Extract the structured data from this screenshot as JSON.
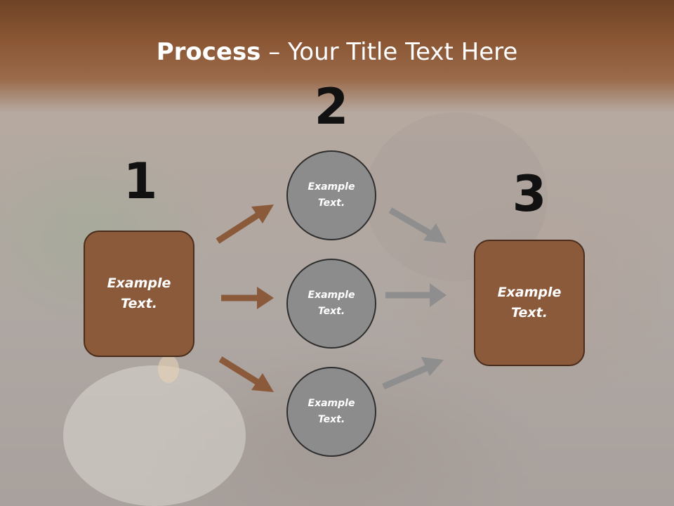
{
  "title": {
    "bold": "Process",
    "rest": " – Your Title Text Here"
  },
  "steps": {
    "one": "1",
    "two": "2",
    "three": "3"
  },
  "left_box": {
    "line1": "Example",
    "line2": "Text."
  },
  "circles": [
    {
      "line1": "Example",
      "line2": "Text."
    },
    {
      "line1": "Example",
      "line2": "Text."
    },
    {
      "line1": "Example",
      "line2": "Text."
    }
  ],
  "right_box": {
    "line1": "Example",
    "line2": "Text."
  },
  "colors": {
    "title_band": "#8a5634",
    "box_fill": "#8b5a3a",
    "circle_fill": "#8c8c8c",
    "brown_arrow": "#8b5a3a",
    "gray_arrow": "#8e8e8e"
  }
}
